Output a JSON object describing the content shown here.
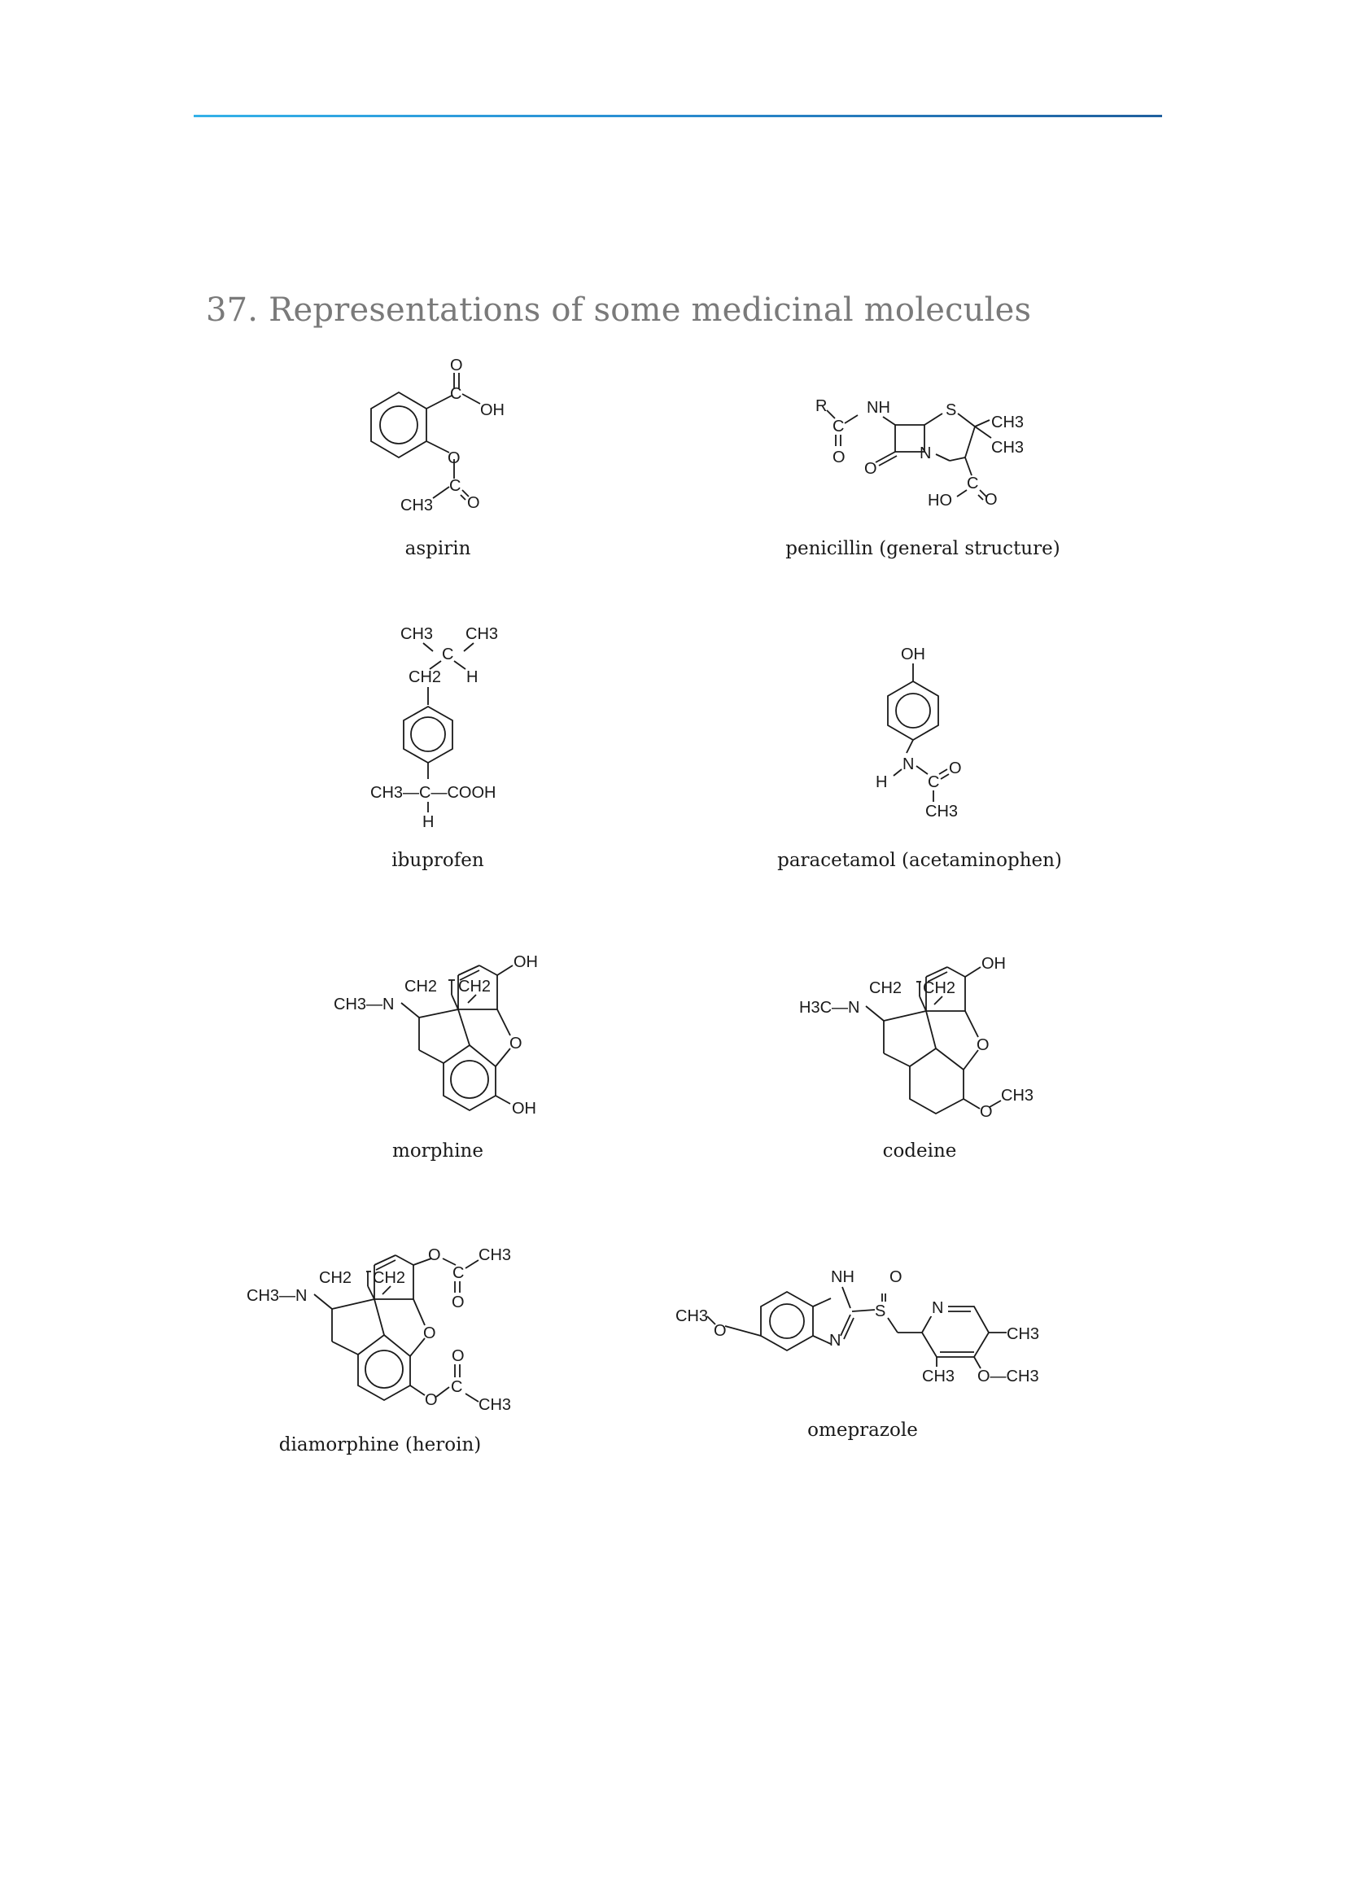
{
  "page": {
    "title": "37. Representations of some medicinal molecules"
  },
  "molecules": [
    {
      "id": "aspirin",
      "caption": "aspirin",
      "labels": [
        "O",
        "C",
        "OH",
        "O",
        "C",
        "CH3",
        "O"
      ]
    },
    {
      "id": "penicillin",
      "caption": "penicillin (general structure)",
      "labels": [
        "R",
        "C",
        "NH",
        "O",
        "S",
        "CH3",
        "CH3",
        "O",
        "N",
        "C",
        "HO",
        "O"
      ]
    },
    {
      "id": "ibuprofen",
      "caption": "ibuprofen",
      "labels": [
        "CH3",
        "CH3",
        "C",
        "CH2",
        "H",
        "CH3—C—COOH",
        "H"
      ]
    },
    {
      "id": "paracetamol",
      "caption": "paracetamol (acetaminophen)",
      "labels": [
        "OH",
        "N",
        "H",
        "C",
        "O",
        "CH3"
      ]
    },
    {
      "id": "morphine",
      "caption": "morphine",
      "labels": [
        "OH",
        "CH2",
        "CH2",
        "CH3—N",
        "O",
        "OH"
      ]
    },
    {
      "id": "codeine",
      "caption": "codeine",
      "labels": [
        "OH",
        "CH2",
        "CH2",
        "H3C—N",
        "O",
        "O",
        "CH3"
      ]
    },
    {
      "id": "diamorphine",
      "caption": "diamorphine (heroin)",
      "labels": [
        "O",
        "C",
        "CH3",
        "O",
        "CH2",
        "CH2",
        "CH3—N",
        "O",
        "O",
        "C",
        "O",
        "CH3"
      ]
    },
    {
      "id": "omeprazole",
      "caption": "omeprazole",
      "labels": [
        "NH",
        "O",
        "S",
        "N",
        "N",
        "CH3",
        "O",
        "CH3",
        "CH3",
        "O—CH3"
      ]
    }
  ]
}
